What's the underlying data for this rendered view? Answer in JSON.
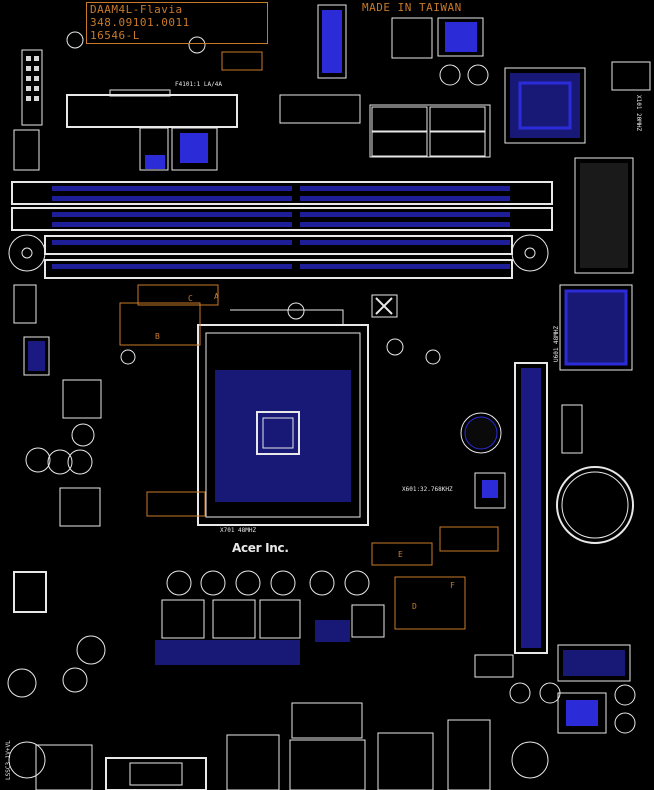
{
  "board": {
    "part_name": "DAAM4L-Flavia",
    "part_number": "348.09101.0011",
    "pcb_code": "16546-L",
    "origin": "MADE IN TAIWAN",
    "brand": "Acer Inc.",
    "header_label": "F4101:1 LA/4A",
    "crystal_1": "X701 48MHZ",
    "crystal_2": "X601:32.768KHZ",
    "vertical_left": "LSSC3 1V+VL",
    "vertical_right_top": "X101 20MHZ",
    "vertical_right_mid": "U601 48MHZ"
  },
  "zones": {
    "a": "A",
    "b": "B",
    "c": "C",
    "d": "D",
    "e": "E",
    "f": "F"
  },
  "colors": {
    "background": "#000000",
    "silkscreen": "#e8e8e8",
    "copper": "#2b2bd8",
    "outline": "#c87a2a"
  }
}
